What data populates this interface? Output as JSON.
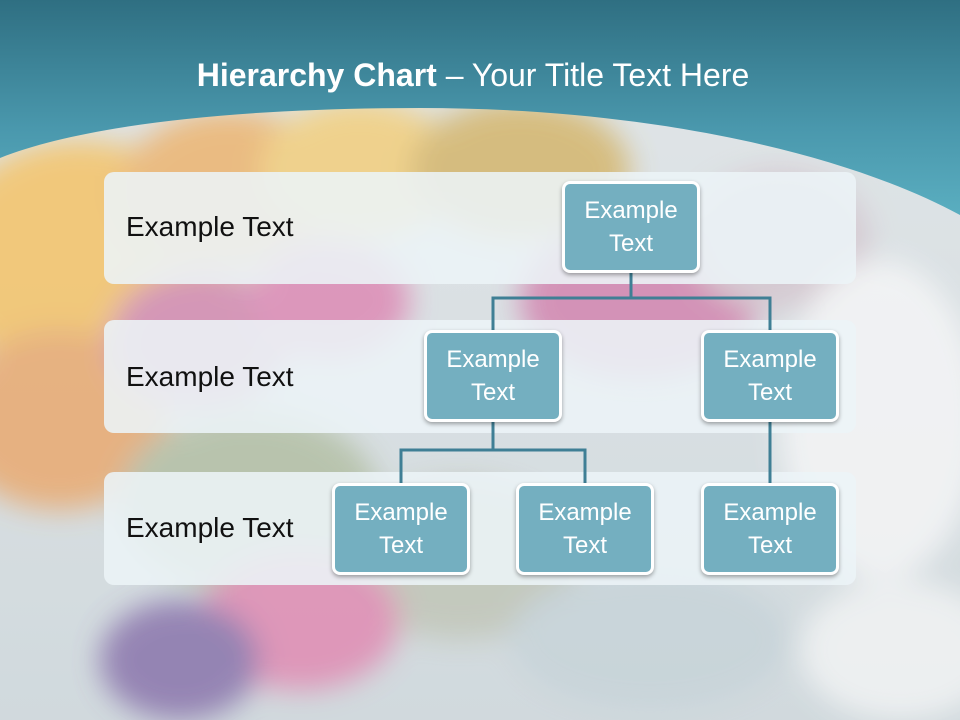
{
  "title": {
    "bold": "Hierarchy Chart",
    "dash": " – ",
    "regular": "Your Title Text Here"
  },
  "colors": {
    "header_band": "#3f8a9f",
    "node_fill": "#74afc0",
    "node_border": "#ffffff",
    "level_band": "#ecf4f7",
    "connector": "#3f7f95"
  },
  "levels": [
    {
      "label": "Example Text"
    },
    {
      "label": "Example Text"
    },
    {
      "label": "Example Text"
    }
  ],
  "nodes": {
    "root": "Example Text",
    "level2_left": "Example Text",
    "level2_right": "Example Text",
    "level3_left": "Example Text",
    "level3_middle": "Example Text",
    "level3_right": "Example Text"
  }
}
